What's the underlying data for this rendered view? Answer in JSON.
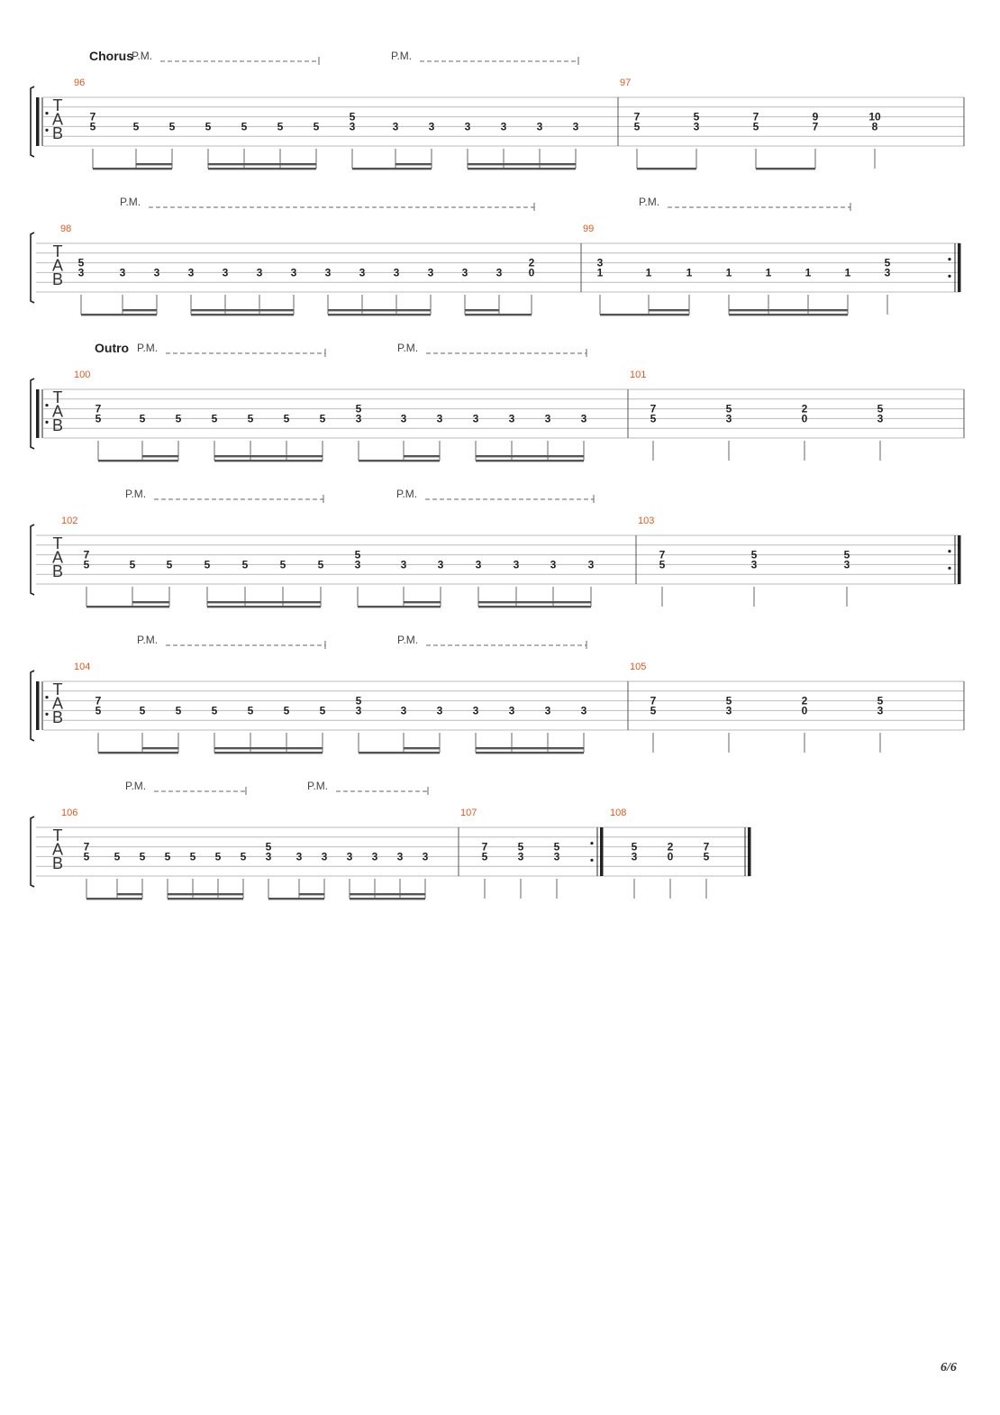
{
  "page": {
    "number": "6/6"
  },
  "systems": [
    {
      "section": "Chorus",
      "measures": [
        {
          "number": "96",
          "start_repeat": true,
          "chords": [
            [
              "7",
              "5"
            ],
            [
              "5"
            ],
            [
              "5"
            ],
            [
              "5"
            ],
            [
              "5"
            ],
            [
              "5"
            ],
            [
              "5"
            ],
            [
              "5",
              "3"
            ],
            [
              "3"
            ],
            [
              "3"
            ],
            [
              "3"
            ],
            [
              "3"
            ],
            [
              "3"
            ],
            [
              "3"
            ]
          ],
          "beams": [
            [
              0,
              1,
              2
            ],
            [
              3,
              4,
              5,
              6
            ],
            [
              7,
              8,
              9
            ],
            [
              10,
              11,
              12,
              13
            ]
          ],
          "double_beams": [
            [
              1,
              2
            ],
            [
              3,
              6
            ],
            [
              8,
              9
            ],
            [
              10,
              13
            ]
          ],
          "pm": [
            [
              0,
              6
            ],
            [
              7,
              13
            ]
          ]
        },
        {
          "number": "97",
          "chords": [
            [
              "7",
              "5"
            ],
            [
              "5",
              "3"
            ],
            [
              "7",
              "5"
            ],
            [
              "9",
              "7"
            ],
            [
              "10",
              "8"
            ]
          ],
          "beams": [
            [
              0,
              1
            ],
            [
              2,
              3
            ],
            [
              4
            ]
          ],
          "double_beams": [],
          "pm": []
        }
      ]
    },
    {
      "section": "",
      "measures": [
        {
          "number": "98",
          "chords": [
            [
              "5",
              "3"
            ],
            [
              "3"
            ],
            [
              "3"
            ],
            [
              "3"
            ],
            [
              "3"
            ],
            [
              "3"
            ],
            [
              "3"
            ],
            [
              "3"
            ],
            [
              "3"
            ],
            [
              "3"
            ],
            [
              "3"
            ],
            [
              "3"
            ],
            [
              "3"
            ],
            [
              "2",
              "0"
            ]
          ],
          "beams": [
            [
              0,
              1,
              2
            ],
            [
              3,
              4,
              5,
              6
            ],
            [
              7,
              8,
              9,
              10
            ],
            [
              11,
              12,
              13
            ]
          ],
          "double_beams": [
            [
              1,
              2
            ],
            [
              3,
              6
            ],
            [
              7,
              10
            ],
            [
              11,
              12
            ]
          ],
          "pm": [
            [
              0,
              13
            ]
          ]
        },
        {
          "number": "99",
          "end_repeat": true,
          "chords": [
            [
              "3",
              "1"
            ],
            [
              "1"
            ],
            [
              "1"
            ],
            [
              "1"
            ],
            [
              "1"
            ],
            [
              "1"
            ],
            [
              "1"
            ],
            [
              "5",
              "3"
            ]
          ],
          "beams": [
            [
              0,
              1,
              2
            ],
            [
              3,
              4,
              5,
              6
            ],
            [
              7
            ]
          ],
          "double_beams": [
            [
              1,
              2
            ],
            [
              3,
              6
            ]
          ],
          "pm": [
            [
              0,
              6
            ]
          ]
        }
      ]
    },
    {
      "section": "Outro",
      "measures": [
        {
          "number": "100",
          "start_repeat": true,
          "chords": [
            [
              "7",
              "5"
            ],
            [
              "5"
            ],
            [
              "5"
            ],
            [
              "5"
            ],
            [
              "5"
            ],
            [
              "5"
            ],
            [
              "5"
            ],
            [
              "5",
              "3"
            ],
            [
              "3"
            ],
            [
              "3"
            ],
            [
              "3"
            ],
            [
              "3"
            ],
            [
              "3"
            ],
            [
              "3"
            ]
          ],
          "beams": [
            [
              0,
              1,
              2
            ],
            [
              3,
              4,
              5,
              6
            ],
            [
              7,
              8,
              9
            ],
            [
              10,
              11,
              12,
              13
            ]
          ],
          "double_beams": [
            [
              1,
              2
            ],
            [
              3,
              6
            ],
            [
              8,
              9
            ],
            [
              10,
              13
            ]
          ],
          "pm": [
            [
              0,
              6
            ],
            [
              7,
              13
            ]
          ]
        },
        {
          "number": "101",
          "chords": [
            [
              "7",
              "5"
            ],
            [
              "5",
              "3"
            ],
            [
              "2",
              "0"
            ],
            [
              "5",
              "3"
            ]
          ],
          "beams": [
            [
              0
            ],
            [
              1
            ],
            [
              2
            ],
            [
              3
            ]
          ],
          "double_beams": [],
          "pm": []
        }
      ]
    },
    {
      "section": "",
      "measures": [
        {
          "number": "102",
          "chords": [
            [
              "7",
              "5"
            ],
            [
              "5"
            ],
            [
              "5"
            ],
            [
              "5"
            ],
            [
              "5"
            ],
            [
              "5"
            ],
            [
              "5"
            ],
            [
              "5",
              "3"
            ],
            [
              "3"
            ],
            [
              "3"
            ],
            [
              "3"
            ],
            [
              "3"
            ],
            [
              "3"
            ],
            [
              "3"
            ]
          ],
          "beams": [
            [
              0,
              1,
              2
            ],
            [
              3,
              4,
              5,
              6
            ],
            [
              7,
              8,
              9
            ],
            [
              10,
              11,
              12,
              13
            ]
          ],
          "double_beams": [
            [
              1,
              2
            ],
            [
              3,
              6
            ],
            [
              8,
              9
            ],
            [
              10,
              13
            ]
          ],
          "pm": [
            [
              0,
              6
            ],
            [
              7,
              13
            ]
          ]
        },
        {
          "number": "103",
          "end_repeat": true,
          "chords": [
            [
              "7",
              "5"
            ],
            [
              "5",
              "3"
            ],
            [
              "5",
              "3"
            ]
          ],
          "beams": [
            [
              0
            ],
            [
              1
            ],
            [
              2
            ]
          ],
          "double_beams": [],
          "pm": []
        }
      ]
    },
    {
      "section": "",
      "measures": [
        {
          "number": "104",
          "start_repeat": true,
          "chords": [
            [
              "7",
              "5"
            ],
            [
              "5"
            ],
            [
              "5"
            ],
            [
              "5"
            ],
            [
              "5"
            ],
            [
              "5"
            ],
            [
              "5"
            ],
            [
              "5",
              "3"
            ],
            [
              "3"
            ],
            [
              "3"
            ],
            [
              "3"
            ],
            [
              "3"
            ],
            [
              "3"
            ],
            [
              "3"
            ]
          ],
          "beams": [
            [
              0,
              1,
              2
            ],
            [
              3,
              4,
              5,
              6
            ],
            [
              7,
              8,
              9
            ],
            [
              10,
              11,
              12,
              13
            ]
          ],
          "double_beams": [
            [
              1,
              2
            ],
            [
              3,
              6
            ],
            [
              8,
              9
            ],
            [
              10,
              13
            ]
          ],
          "pm": [
            [
              0,
              6
            ],
            [
              7,
              13
            ]
          ]
        },
        {
          "number": "105",
          "chords": [
            [
              "7",
              "5"
            ],
            [
              "5",
              "3"
            ],
            [
              "2",
              "0"
            ],
            [
              "5",
              "3"
            ]
          ],
          "beams": [
            [
              0
            ],
            [
              1
            ],
            [
              2
            ],
            [
              3
            ]
          ],
          "double_beams": [],
          "pm": []
        }
      ]
    },
    {
      "section": "",
      "measures": [
        {
          "number": "106",
          "chords": [
            [
              "7",
              "5"
            ],
            [
              "5"
            ],
            [
              "5"
            ],
            [
              "5"
            ],
            [
              "5"
            ],
            [
              "5"
            ],
            [
              "5"
            ],
            [
              "5",
              "3"
            ],
            [
              "3"
            ],
            [
              "3"
            ],
            [
              "3"
            ],
            [
              "3"
            ],
            [
              "3"
            ],
            [
              "3"
            ]
          ],
          "beams": [
            [
              0,
              1,
              2
            ],
            [
              3,
              4,
              5,
              6
            ],
            [
              7,
              8,
              9
            ],
            [
              10,
              11,
              12,
              13
            ]
          ],
          "double_beams": [
            [
              1,
              2
            ],
            [
              3,
              6
            ],
            [
              8,
              9
            ],
            [
              10,
              13
            ]
          ],
          "pm": [
            [
              0,
              6
            ],
            [
              7,
              13
            ]
          ]
        },
        {
          "number": "107",
          "end_repeat": true,
          "chords": [
            [
              "7",
              "5"
            ],
            [
              "5",
              "3"
            ],
            [
              "5",
              "3"
            ]
          ],
          "beams": [
            [
              0
            ],
            [
              1
            ],
            [
              2
            ]
          ],
          "double_beams": [],
          "pm": []
        },
        {
          "number": "108",
          "final": true,
          "chords": [
            [
              "5",
              "3"
            ],
            [
              "2",
              "0"
            ],
            [
              "7",
              "5"
            ]
          ],
          "beams": [
            [
              0
            ],
            [
              1
            ],
            [
              2
            ]
          ],
          "double_beams": [],
          "pm": []
        }
      ]
    }
  ],
  "labels": {
    "palm_mute": "P.M.",
    "tab_letters": [
      "T",
      "A",
      "B"
    ]
  },
  "colors": {
    "ink": "#222222",
    "staff_line": "#bbbbbb",
    "measure_number": "#e05a1e",
    "dash": "#666666"
  }
}
